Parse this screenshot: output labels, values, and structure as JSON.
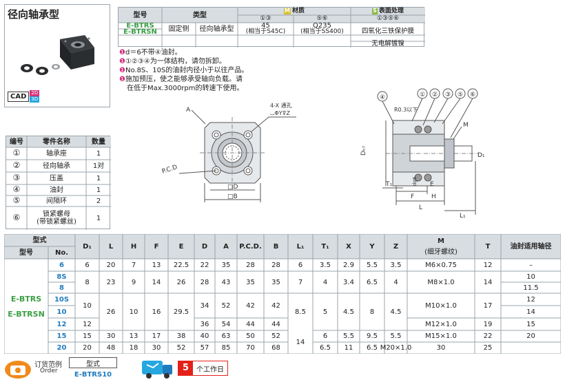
{
  "title": "径向轴承型",
  "cad": {
    "label": "CAD",
    "b1": "2D",
    "b2": "3D"
  },
  "spec": {
    "h_type": "型号",
    "h_kind": "类型",
    "h_mat_badge": "M",
    "h_mat": "材质",
    "h_surf_badge": "S",
    "h_surf": "表面处理",
    "sub1": "①③",
    "sub2": "⑤⑥",
    "sub3": "①③⑤⑥",
    "type1": "E-BTRS",
    "type2": "E-BTRSN",
    "kind1": "固定侧",
    "kind2": "径向轴承型",
    "mat1a": "45",
    "mat1b": "(相当于S45C)",
    "mat2a": "Q235",
    "mat2b": "(相当于SS400)",
    "surf1": "四氧化三铁保护膜",
    "surf2": "无电解镀镍"
  },
  "notes": [
    "d＝6不带④油封。",
    "①②③④为一体结构，请勿拆卸。",
    "No.8S、10S的油封内径小于以往产品。",
    "施加预压，使之能够承受轴向负载。请",
    "在低于Max.3000rpm的转速下使用。"
  ],
  "parts": {
    "headers": [
      "编号",
      "零件名称",
      "数量"
    ],
    "rows": [
      [
        "①",
        "轴承座",
        "1"
      ],
      [
        "②",
        "径向轴承",
        "1对"
      ],
      [
        "③",
        "压盖",
        "1"
      ],
      [
        "④",
        "油封",
        "1"
      ],
      [
        "⑤",
        "间隔环",
        "2"
      ],
      [
        "⑥",
        "锁紧螺母\n(带锁紧螺丝)",
        "1"
      ]
    ]
  },
  "drawing": {
    "label_a": "A",
    "label_x": "4-X 通孔",
    "label_y": "⌴ΦY⊽Z",
    "label_pcd": "P.C.D",
    "label_d": "□D",
    "label_b": "□B",
    "side_r": "R0.3以下",
    "side_m": "M",
    "side_d1": "D₁",
    "side_dh7": "Dₕ₇",
    "side_t1": "T₁",
    "side_e": "E",
    "side_f": "F",
    "side_h": "H",
    "side_l": "L",
    "side_l1": "L₁",
    "side_dg6": "dg6",
    "circles": [
      "④",
      "①",
      "②",
      "③",
      "⑤",
      "⑥"
    ]
  },
  "dims": {
    "h_model": "型式",
    "h_type": "型号",
    "h_no": "No.",
    "cols": [
      "D₁",
      "L",
      "H",
      "F",
      "E",
      "D",
      "A",
      "P.C.D.",
      "B",
      "L₁",
      "T₁",
      "X",
      "Y",
      "Z"
    ],
    "h_m": "M",
    "h_m2": "(细牙螺纹)",
    "h_t": "T",
    "h_seal": "油封适用轴径",
    "type_a": "E-BTRS",
    "type_b": "E-BTRSN",
    "nos": [
      "6",
      "8S",
      "8",
      "10S",
      "10",
      "12",
      "15",
      "20"
    ],
    "c6": [
      "6",
      "20",
      "7",
      "13",
      "22.5",
      "22",
      "35",
      "28",
      "28",
      "6",
      "3.5",
      "2.9",
      "5.5",
      "3.5",
      "M6×0.75",
      "12",
      "–"
    ],
    "c8": [
      "8",
      "23",
      "9",
      "14",
      "26",
      "28",
      "43",
      "35",
      "35",
      "7",
      "4",
      "3.4",
      "6.5",
      "4",
      "M8×1.0",
      "14"
    ],
    "s8s": "10",
    "s8": "11.5",
    "c10": [
      "10",
      "26",
      "10",
      "16",
      "29.5",
      "34",
      "52",
      "42",
      "42",
      "8.5",
      "5",
      "4.5",
      "8",
      "4.5",
      "M10×1.0",
      "17"
    ],
    "s10s": "12",
    "s10": "14",
    "c12": [
      "12",
      "36",
      "54",
      "44",
      "44",
      "M12×1.0",
      "19",
      "15"
    ],
    "c15": [
      "15",
      "30",
      "13",
      "17",
      "38",
      "40",
      "63",
      "50",
      "52",
      "6",
      "5.5",
      "9.5",
      "5.5",
      "M15×1.0",
      "22",
      "20"
    ],
    "c20": [
      "20",
      "48",
      "18",
      "30",
      "52",
      "57",
      "85",
      "70",
      "68",
      "6.5",
      "11",
      "6.5",
      "M20×1.0",
      "30",
      "25"
    ],
    "t1_shared": "14"
  },
  "footer": {
    "order_label": "订货范例",
    "order_en": "Order",
    "model_label": "型式",
    "model_value": "E-BTRS10",
    "days_num": "5",
    "days_text": "个工作日"
  },
  "colors": {
    "header_bg": "#d8dde1",
    "green": "#3b9e43",
    "blue": "#1f7bbf",
    "red": "#e32119",
    "orange": "#f08a1c",
    "magenta": "#d6337e"
  }
}
